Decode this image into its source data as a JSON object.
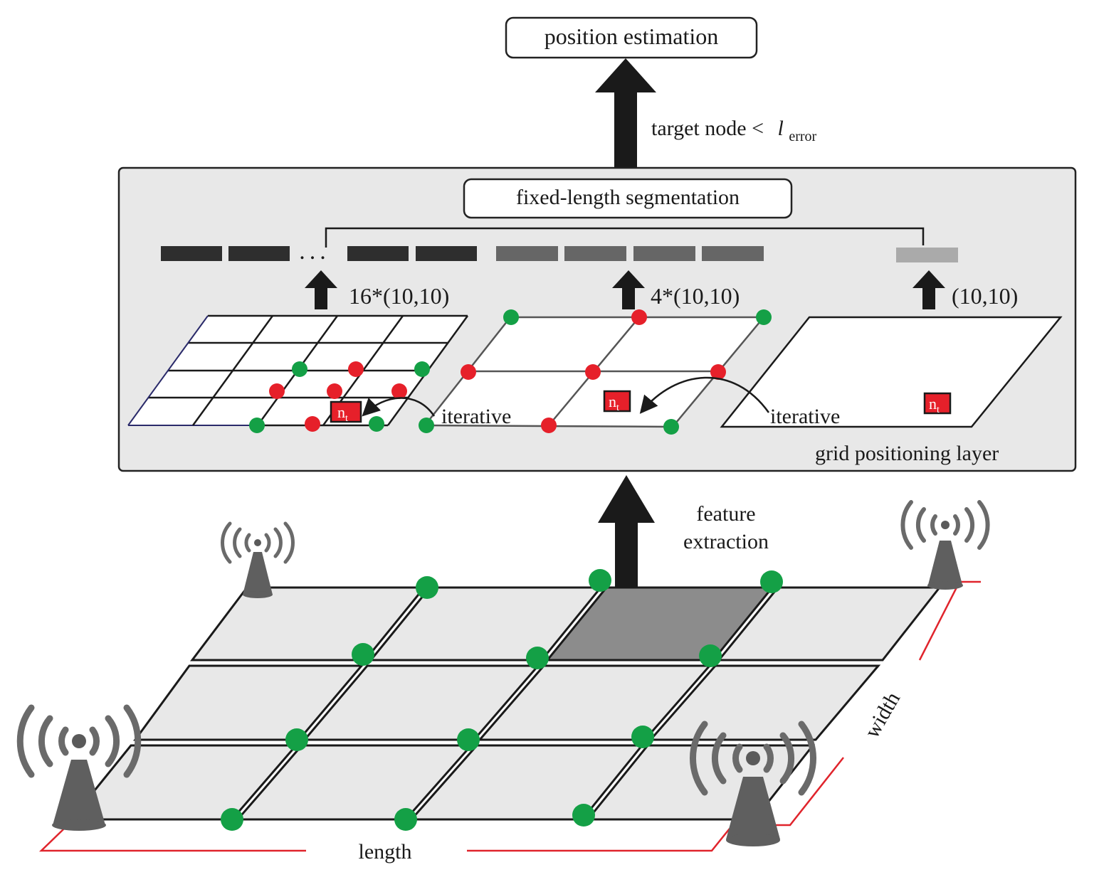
{
  "labels": {
    "position_estimation": "position estimation",
    "target_node_prefix": "target node <",
    "l_symbol": "l",
    "l_subscript": "error",
    "fixed_length_segmentation": "fixed-length segmentation",
    "grid16": "16*(10,10)",
    "grid4": "4*(10,10)",
    "grid1": "(10,10)",
    "iterative_1": "iterative",
    "iterative_2": "iterative",
    "grid_positioning_layer": "grid positioning layer",
    "feature": "feature",
    "extraction": "extraction",
    "length": "length",
    "width": "width",
    "ellipsis": "...",
    "nt_main": "n",
    "nt_sub": "t"
  },
  "colors": {
    "node_green": "#14a046",
    "node_red": "#e6202a",
    "selected_tile": "#8c8c8c",
    "panel": "#e8e8e8",
    "dimension_line": "#e0242c"
  },
  "icons": [
    "signal-tower-icon",
    "up-arrow-icon"
  ]
}
